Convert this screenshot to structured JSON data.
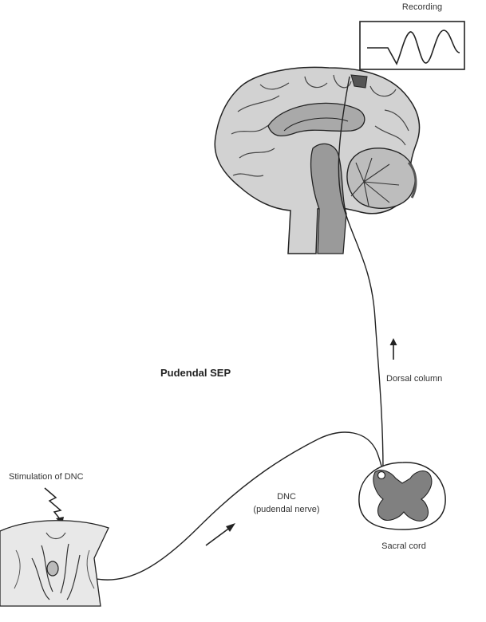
{
  "labels": {
    "recording": "Recording",
    "title": "Pudendal SEP",
    "dorsal_column": "Dorsal column",
    "dnc_line1": "DNC",
    "dnc_line2": "(pudendal nerve)",
    "stimulation": "Stimulation of DNC",
    "sacral_cord": "Sacral cord"
  },
  "colors": {
    "ink": "#222222",
    "brain_fill": "#d0d0d0",
    "brain_inner": "#a8a8a8",
    "gray_matter": "#808080",
    "cortex_dark": "#555555",
    "perineum_fill": "#e8e8e8"
  }
}
